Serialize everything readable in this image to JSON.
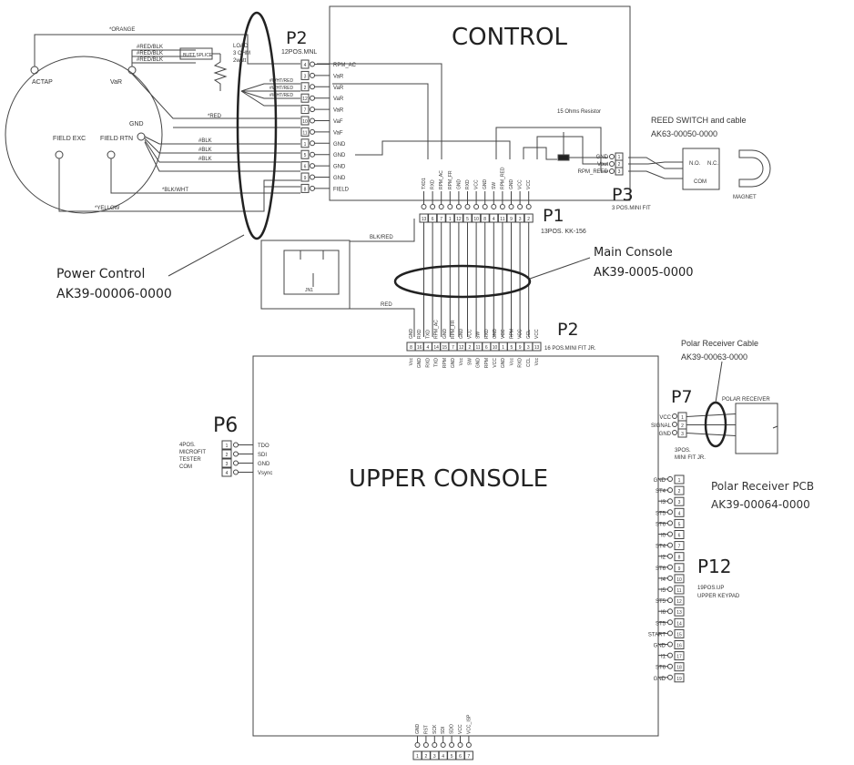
{
  "control": {
    "title": "CONTROL",
    "resistor": "15 Ohms Resistor"
  },
  "upper_console": {
    "title": "UPPER CONSOLE"
  },
  "p2_power": {
    "name": "P2",
    "desc": "12POS.MNL",
    "pins": [
      "4",
      "3",
      "2",
      "12",
      "7",
      "10",
      "11",
      "1",
      "5",
      "6",
      "9",
      "8"
    ],
    "labels": [
      "RPM_AC",
      "VaR",
      "VaR",
      "VaR",
      "VaR",
      "VaF",
      "VaF",
      "GND",
      "GND",
      "GND",
      "GND",
      "FIELD"
    ]
  },
  "motor": {
    "actap": "ACTAP",
    "var": "VaR",
    "gnd": "GND",
    "field_exc": "FIELD EXC",
    "field_rtn": "FIELD RTN",
    "wires": {
      "orange": "*ORANGE",
      "red_blk": "#RED/BLK",
      "red_blk2": "#RED/BLK",
      "red_blk3": "#RED/BLK",
      "butt": "BUTT SPLICE",
      "load": "LOAD",
      "load2": "3 OHM",
      "load3": "2watt",
      "wht_red": "#WHT/RED",
      "wht_red2": "#WHT/RED",
      "wht_red3": "#WHT/RED",
      "red": "*RED",
      "blk": "#BLK",
      "blk2": "#BLK",
      "blk3": "#BLK",
      "blk_wht": "*BLK/WHT",
      "yellow": "*YELLOW"
    }
  },
  "power_control": {
    "line1": "Power Control",
    "line2": "AK39-00006-0000"
  },
  "p1": {
    "name": "P1",
    "desc": "13POS. KK-156",
    "pins": [
      "13",
      "6",
      "7",
      "1",
      "12",
      "5",
      "10",
      "8",
      "4",
      "11",
      "9",
      "3",
      "2"
    ],
    "signals": [
      "TXD1",
      "RXD",
      "RPM_AC",
      "RPM_FR",
      "GND",
      "RXD",
      "VCC",
      "GND",
      "SW",
      "RPM_RED",
      "GND",
      "VCC",
      "VCC"
    ]
  },
  "p3": {
    "name": "P3",
    "desc": "3 POS.MINI FIT",
    "pins": [
      "1",
      "2",
      "3"
    ],
    "labels": [
      "GND",
      "Vout",
      "RPM_REED"
    ]
  },
  "reed": {
    "line1": "REED SWITCH and cable",
    "line2": "AK63-00050-0000",
    "no": "N.O.",
    "nc": "N.C.",
    "com": "COM",
    "magnet": "MAGNET"
  },
  "relay": {
    "blk_red": "BLK/RED",
    "red": "RED",
    "j": "JN1"
  },
  "main_console": {
    "line1": "Main Console",
    "line2": "AK39-0005-0000"
  },
  "p2_console": {
    "name": "P2",
    "desc": "16 POS.MINI FIT JR.",
    "pins": [
      "8",
      "16",
      "4",
      "14",
      "15",
      "7",
      "12",
      "2",
      "11",
      "6",
      "10",
      "1",
      "5",
      "9",
      "3",
      "13"
    ],
    "top": [
      "GND",
      "RXD",
      "TXD",
      "RPM_AC",
      "GND",
      "RPM_FR",
      "GND",
      "VCC",
      "SW",
      "RXD",
      "GND",
      "VCC",
      "RPM",
      "VCC",
      "CCL",
      "VCC"
    ],
    "bottom": [
      "Vcc",
      "GND",
      "RXD",
      "TXD",
      "RPM",
      "GND",
      "Vcc",
      "SW",
      "GND",
      "RPM",
      "VCC",
      "GND",
      "Vcc",
      "RXD",
      "CCL",
      "Vcc"
    ]
  },
  "p6": {
    "name": "P6",
    "desc1": "4POS.",
    "desc2": "MICROFIT",
    "desc3": "TESTER",
    "desc4": "COM",
    "pins": [
      "1",
      "2",
      "3",
      "4"
    ],
    "labels": [
      "TDO",
      "SDI",
      "GND",
      "Vsync"
    ]
  },
  "p7": {
    "name": "P7",
    "desc1": "3POS.",
    "desc2": "MINI FIT JR.",
    "pins": [
      "1",
      "2",
      "3"
    ],
    "labels": [
      "VCC",
      "SIGNAL",
      "GND"
    ]
  },
  "polar_cable": {
    "line1": "Polar Receiver Cable",
    "line2": "AK39-00063-0000"
  },
  "polar_receiver": {
    "label": "POLAR RECEIVER"
  },
  "polar_pcb": {
    "line1": "Polar Receiver PCB",
    "line2": "AK39-00064-0000"
  },
  "p12": {
    "name": "P12",
    "desc1": "19POS.UP",
    "desc2": "UPPER KEYPAD",
    "pins": [
      "1",
      "2",
      "3",
      "4",
      "5",
      "6",
      "7",
      "8",
      "9",
      "10",
      "11",
      "12",
      "13",
      "14",
      "15",
      "16",
      "17",
      "18",
      "19"
    ],
    "labels": [
      "GND",
      "ST4",
      "I3",
      "ST5",
      "ST6",
      "I0",
      "ST4",
      "I2",
      "ST6",
      "I4",
      "I5",
      "ST5",
      "I6",
      "ST5",
      "START",
      "GND",
      "I1",
      "ST6",
      "GND"
    ]
  },
  "p_bottom": {
    "pins": [
      "1",
      "2",
      "3",
      "4",
      "5",
      "6",
      "7"
    ],
    "labels": [
      "GND",
      "RST",
      "SCK",
      "SDI",
      "SDO",
      "VCC",
      "VCC_ISP"
    ]
  }
}
